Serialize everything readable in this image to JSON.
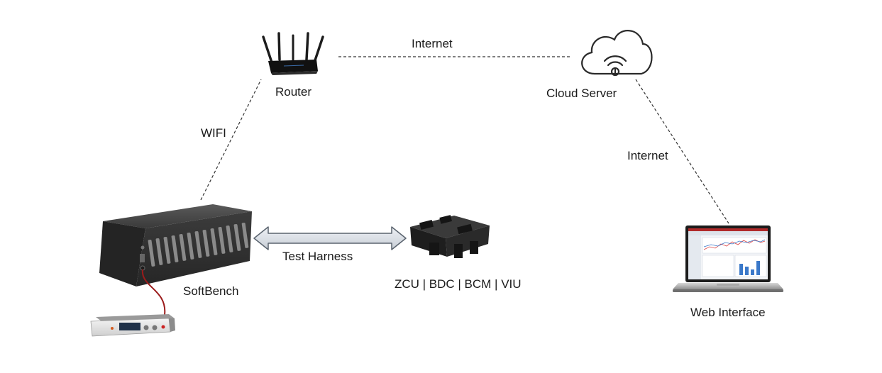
{
  "nodes": {
    "router": {
      "label": "Router",
      "icon": "router-icon"
    },
    "cloud": {
      "label": "Cloud Server",
      "icon": "cloud-icon"
    },
    "softbench": {
      "label": "SoftBench",
      "icon": "softbench-unit-icon"
    },
    "ecu": {
      "label": "ZCU | BDC | BCM | VIU",
      "icon": "ecu-module-icon"
    },
    "laptop": {
      "label": "Web Interface",
      "icon": "laptop-icon"
    },
    "power_supply": {
      "icon": "power-supply-icon"
    }
  },
  "connections": {
    "router_cloud": {
      "label": "Internet",
      "style": "dashed"
    },
    "softbench_router": {
      "label": "WIFI",
      "style": "dashed"
    },
    "cloud_laptop": {
      "label": "Internet",
      "style": "dashed"
    },
    "softbench_ecu": {
      "label": "Test Harness",
      "style": "double-arrow"
    },
    "power_softbench": {
      "style": "cable",
      "color": "#9b1b1b"
    }
  }
}
